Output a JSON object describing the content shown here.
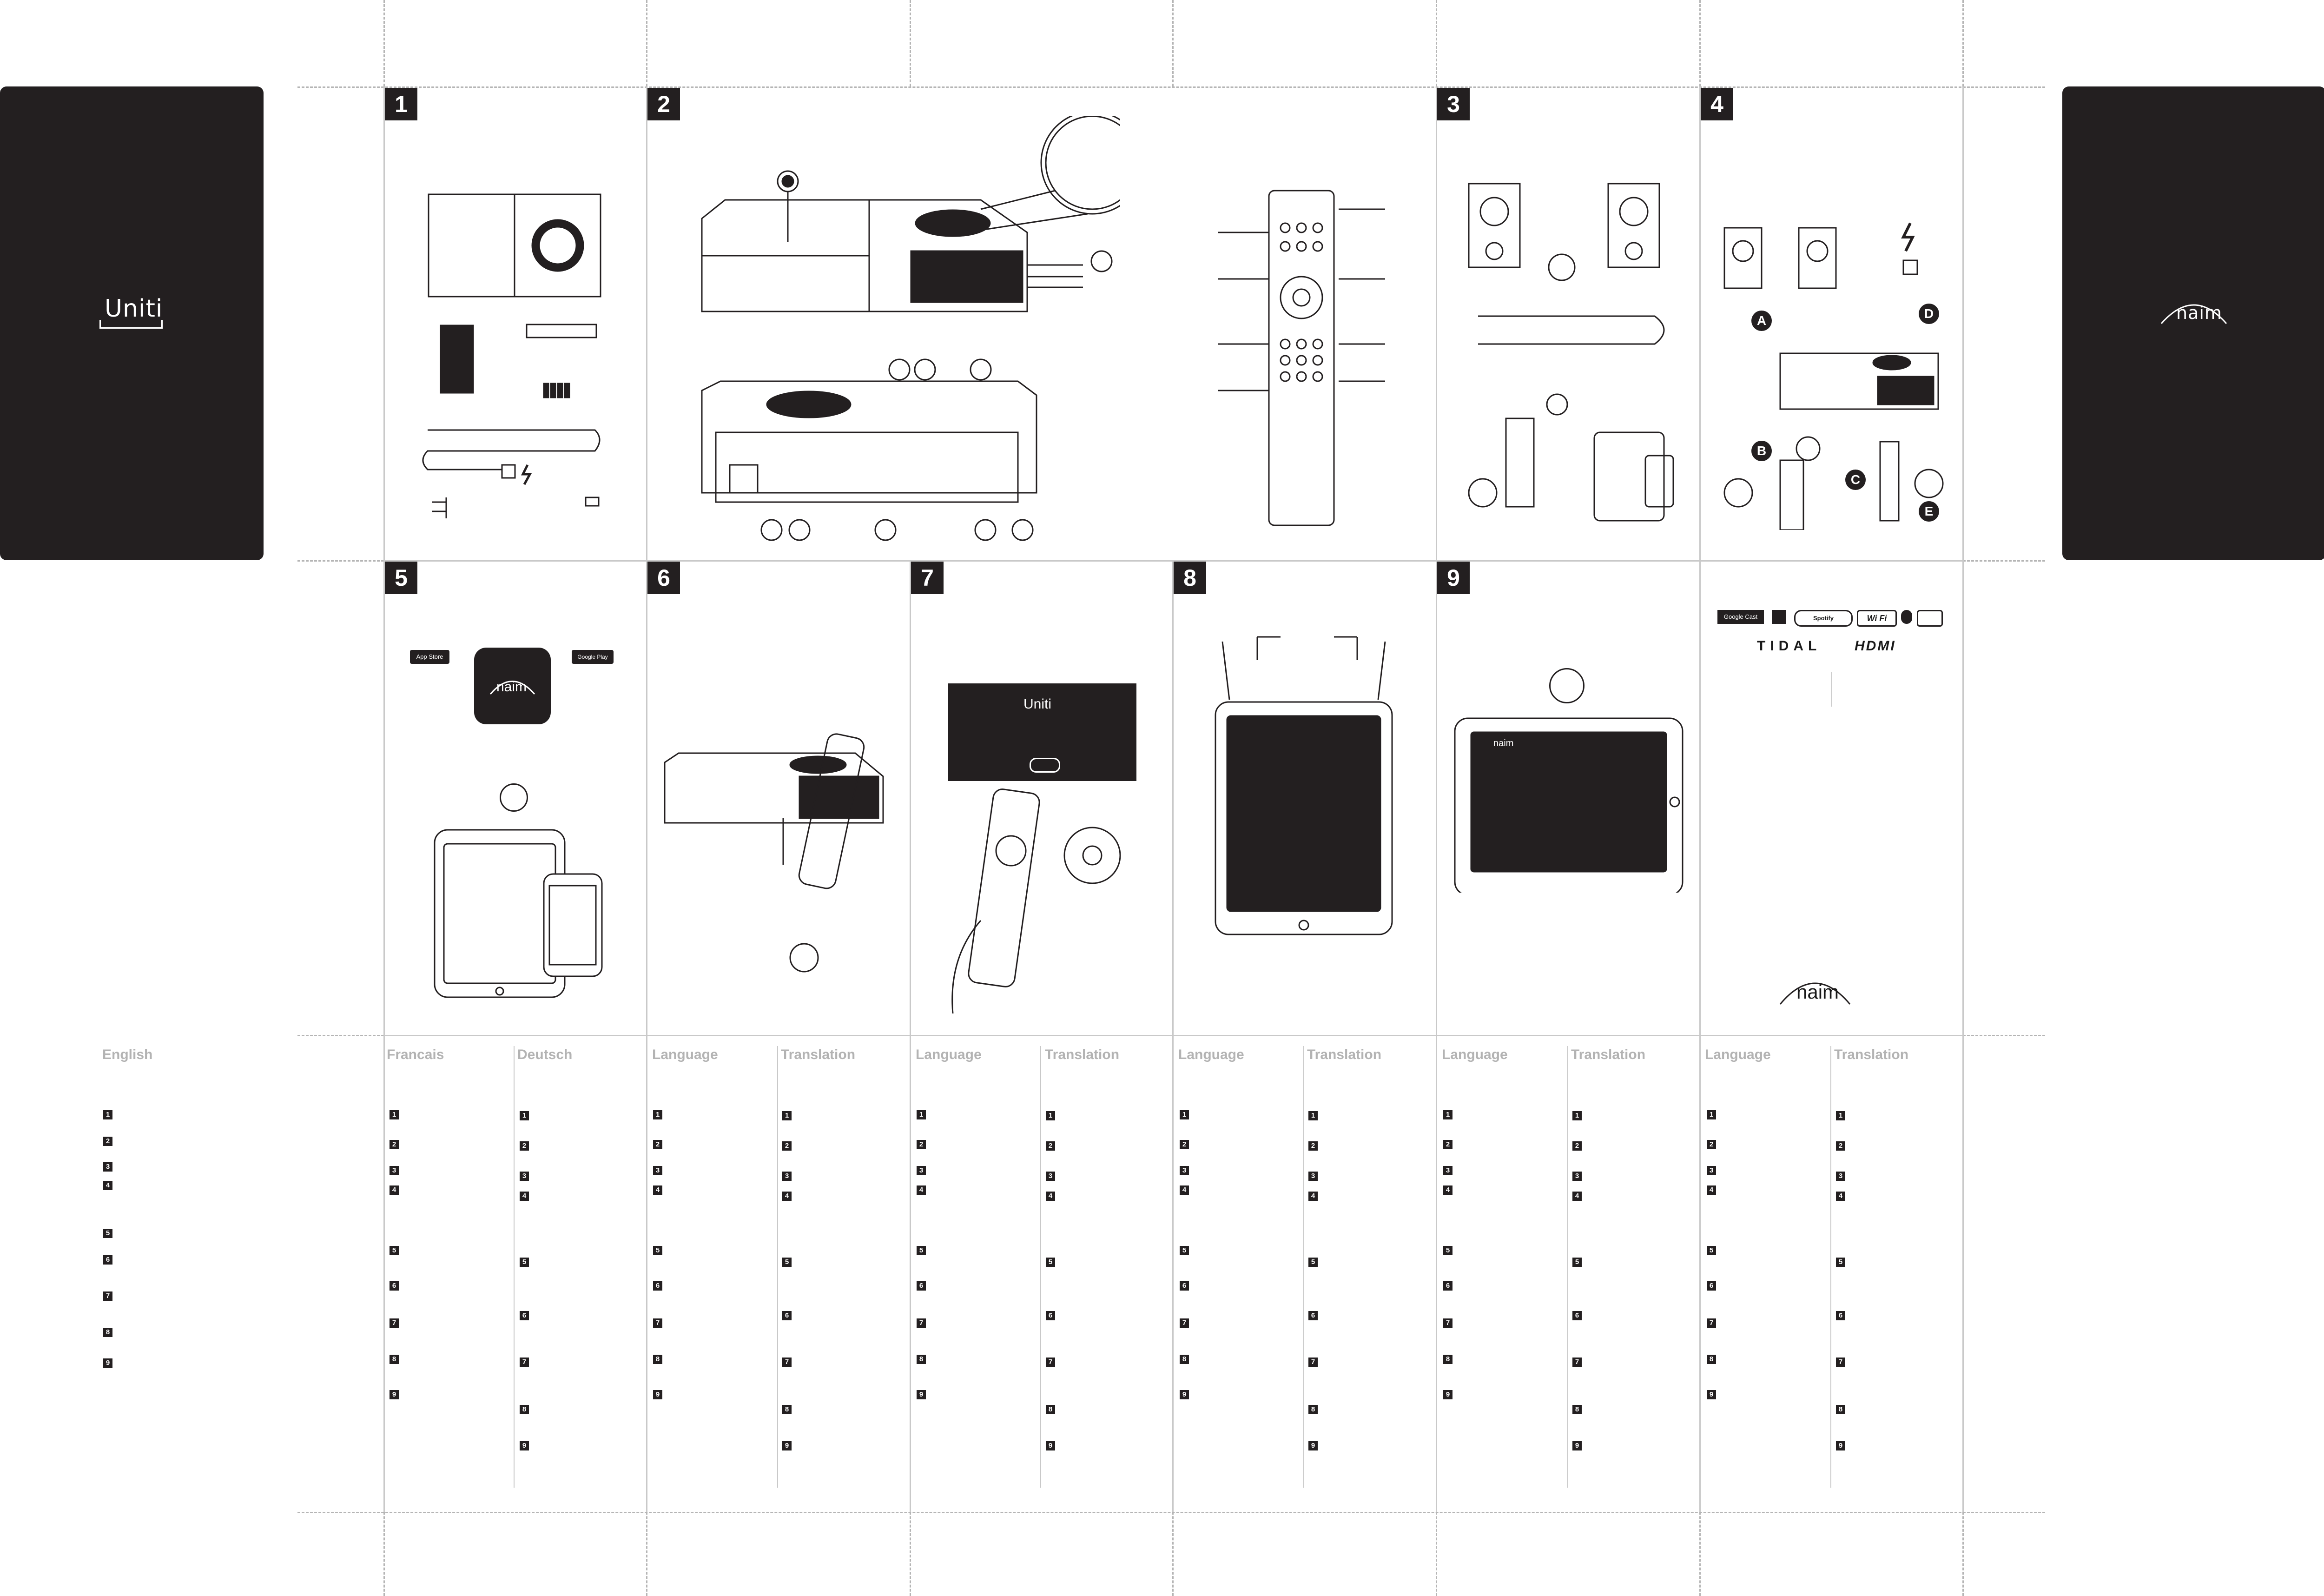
{
  "covers": {
    "left_label": "Uniti",
    "right_label": "naim"
  },
  "panels": [
    {
      "num": "1"
    },
    {
      "num": "2"
    },
    {
      "num": "3"
    },
    {
      "num": "4"
    },
    {
      "num": "5"
    },
    {
      "num": "6"
    },
    {
      "num": "7"
    },
    {
      "num": "8"
    },
    {
      "num": "9"
    }
  ],
  "panel4_labels": [
    "A",
    "B",
    "C",
    "D",
    "E"
  ],
  "panel5": {
    "app_store": "App Store",
    "google_play": "Google Play",
    "app_icon": "naim"
  },
  "panel7": {
    "screen_label": "Uniti"
  },
  "panel9": {
    "tablet_logo": "naim"
  },
  "logos": {
    "google_cast": "Google Cast",
    "spotify": "Spotify",
    "wifi": "Wi Fi",
    "tidal": "TIDAL",
    "hdmi": "HDMI",
    "brand": "naim"
  },
  "columns": {
    "english": "English",
    "francais": "Francais",
    "deutsch": "Deutsch",
    "language": "Language",
    "translation": "Translation"
  },
  "steps": [
    "1",
    "2",
    "3",
    "4",
    "5",
    "6",
    "7",
    "8",
    "9"
  ],
  "colors": {
    "ink": "#231f20",
    "rule": "#c9c9c9",
    "header_grey": "#b3b3b3"
  }
}
